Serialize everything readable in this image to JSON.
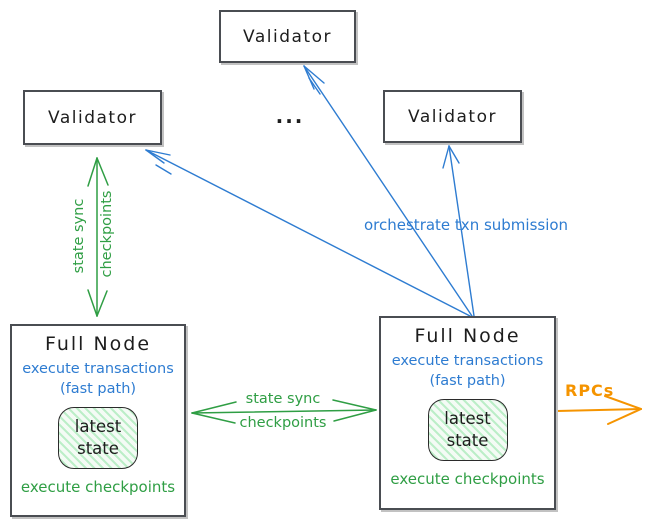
{
  "colors": {
    "ink": "#1d1d1d",
    "green": "#2f9e44",
    "blue": "#2e7cd1",
    "orange": "#f59400",
    "box-border": "#4a4d52",
    "box-shadow": "#c2c2c2"
  },
  "validators": {
    "top": {
      "label": "Validator"
    },
    "left": {
      "label": "Validator"
    },
    "right": {
      "label": "Validator"
    }
  },
  "ellipsis": "...",
  "full_node_left": {
    "title": "Full Node",
    "exec_txn": "execute transactions",
    "fast_path": "(fast path)",
    "state_line1": "latest",
    "state_line2": "state",
    "exec_ckpt": "execute checkpoints"
  },
  "full_node_right": {
    "title": "Full Node",
    "exec_txn": "execute transactions",
    "fast_path": "(fast path)",
    "state_line1": "latest",
    "state_line2": "state",
    "exec_ckpt": "execute checkpoints"
  },
  "labels": {
    "left_arrow_line1": "state sync",
    "left_arrow_line2": "checkpoints",
    "mid_arrow_line1": "state sync",
    "mid_arrow_line2": "checkpoints",
    "orchestrate": "orchestrate txn submission",
    "rpcs": "RPCs"
  }
}
